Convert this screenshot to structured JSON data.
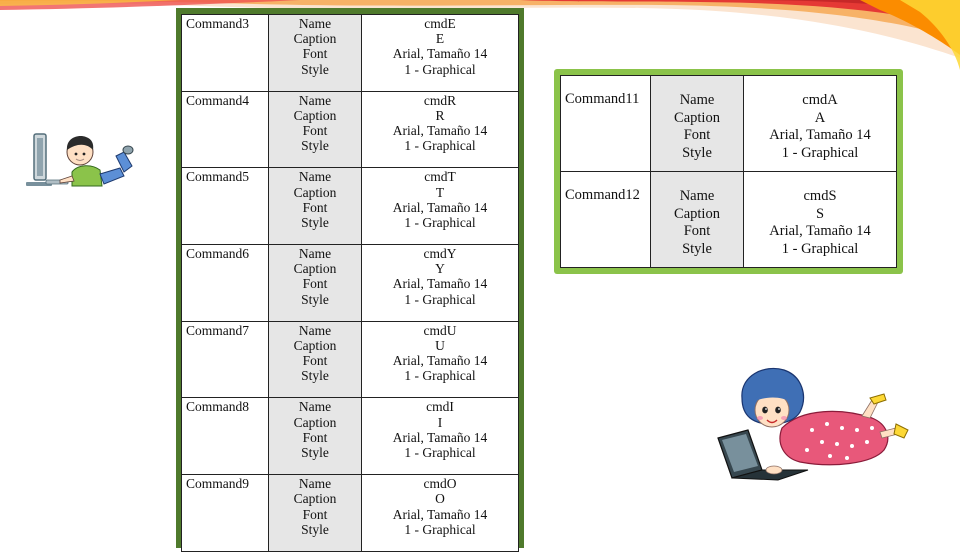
{
  "left_table": {
    "rows": [
      {
        "command": "Command3",
        "props": [
          "Name",
          "Caption",
          "Font",
          "Style"
        ],
        "values": [
          "cmdE",
          "E",
          "Arial, Tamaño 14",
          "1 - Graphical"
        ]
      },
      {
        "command": "Command4",
        "props": [
          "Name",
          "Caption",
          "Font",
          "Style"
        ],
        "values": [
          "cmdR",
          "R",
          "Arial, Tamaño 14",
          "1 - Graphical"
        ]
      },
      {
        "command": "Command5",
        "props": [
          "Name",
          "Caption",
          "Font",
          "Style"
        ],
        "values": [
          "cmdT",
          "T",
          "Arial, Tamaño 14",
          "1 - Graphical"
        ]
      },
      {
        "command": "Command6",
        "props": [
          "Name",
          "Caption",
          "Font",
          "Style"
        ],
        "values": [
          "cmdY",
          "Y",
          "Arial, Tamaño 14",
          "1 - Graphical"
        ]
      },
      {
        "command": "Command7",
        "props": [
          "Name",
          "Caption",
          "Font",
          "Style"
        ],
        "values": [
          "cmdU",
          "U",
          "Arial, Tamaño 14",
          "1 - Graphical"
        ]
      },
      {
        "command": "Command8",
        "props": [
          "Name",
          "Caption",
          "Font",
          "Style"
        ],
        "values": [
          "cmdI",
          "I",
          "Arial, Tamaño 14",
          "1 - Graphical"
        ]
      },
      {
        "command": "Command9",
        "props": [
          "Name",
          "Caption",
          "Font",
          "Style"
        ],
        "values": [
          "cmdO",
          "O",
          "Arial, Tamaño 14",
          "1 - Graphical"
        ]
      }
    ]
  },
  "right_table": {
    "rows": [
      {
        "command": "Command11",
        "props": [
          "Name",
          "Caption",
          "Font",
          "Style"
        ],
        "values": [
          "cmdA",
          "A",
          "Arial, Tamaño 14",
          "1 - Graphical"
        ]
      },
      {
        "command": "Command12",
        "props": [
          "Name",
          "Caption",
          "Font",
          "Style"
        ],
        "values": [
          "cmdS",
          "S",
          "Arial, Tamaño 14",
          "1 - Graphical"
        ]
      }
    ]
  },
  "colors": {
    "left_frame": "#4f7a2c",
    "right_frame": "#8bc34a",
    "property_cell": "#e6e6e6",
    "swoosh_red": "#e53935",
    "swoosh_orange": "#fb8c00",
    "swoosh_yellow": "#fdd835"
  },
  "icons": {
    "boy": "boy-at-computer-icon",
    "girl": "girl-with-laptop-icon"
  }
}
